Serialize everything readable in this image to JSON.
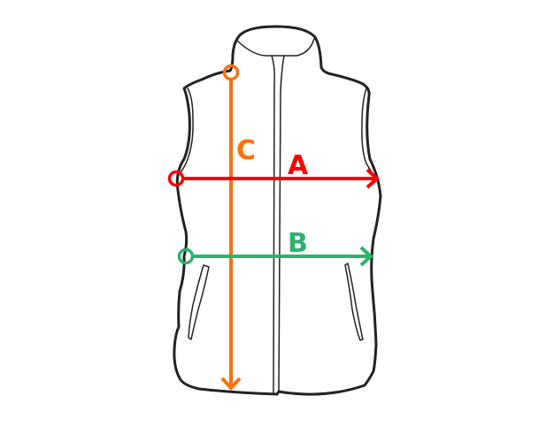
{
  "measurements": [
    {
      "label": "A",
      "color": "#ff0000"
    },
    {
      "label": "B",
      "color": "#2bb36e"
    },
    {
      "label": "C",
      "color": "#ff7010"
    }
  ],
  "outline_color": "#222222"
}
